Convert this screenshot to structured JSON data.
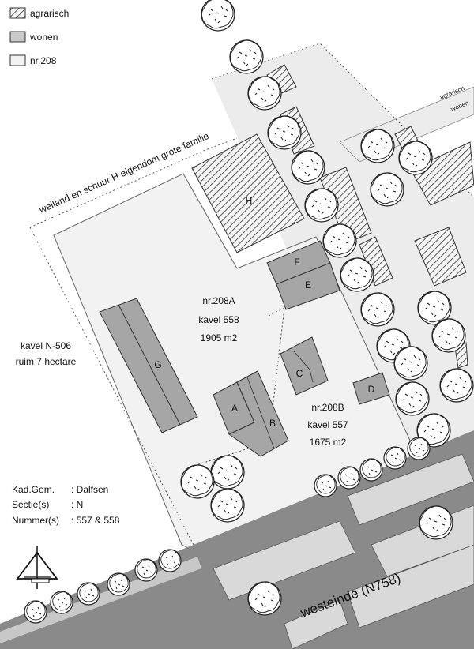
{
  "legend": [
    {
      "label": "agrarisch",
      "swatch": "hatch"
    },
    {
      "label": "wonen",
      "swatch": "#c9c9c9"
    },
    {
      "label": "nr.208",
      "swatch": "#f2f2f2"
    }
  ],
  "side_labels": {
    "agrarisch": "agrarisch",
    "wonen": "wonen"
  },
  "road_label": "westeinde (N758)",
  "field_label": "weiland en schuur H eigendom grote familie",
  "kavel_n506": {
    "line1": "kavel N-506",
    "line2": "ruim 7 hectare"
  },
  "plot_208a": {
    "line1": "nr.208A",
    "line2": "kavel 558",
    "line3": "1905 m2"
  },
  "plot_208b": {
    "line1": "nr.208B",
    "line2": "kavel 557",
    "line3": "1675 m2"
  },
  "buildings": {
    "A": "A",
    "B": "B",
    "C": "C",
    "D": "D",
    "E": "E",
    "F": "F",
    "G": "G",
    "H": "H"
  },
  "cadastral": {
    "rows": [
      {
        "key": "Kad.Gem.",
        "value": ": Dalfsen"
      },
      {
        "key": "Sectie(s)",
        "value": ": N"
      },
      {
        "key": "Nummer(s)",
        "value": ": 557 & 558"
      }
    ]
  },
  "colors": {
    "background": "#ffffff",
    "plot_fill": "#f2f2f2",
    "wonen_fill": "#d7d7d7",
    "road_fill": "#8a8a8a",
    "building_fill": "#a6a6a6",
    "hatch": "#333333"
  },
  "icons": [
    "north-arrow-icon",
    "tree-icon"
  ]
}
